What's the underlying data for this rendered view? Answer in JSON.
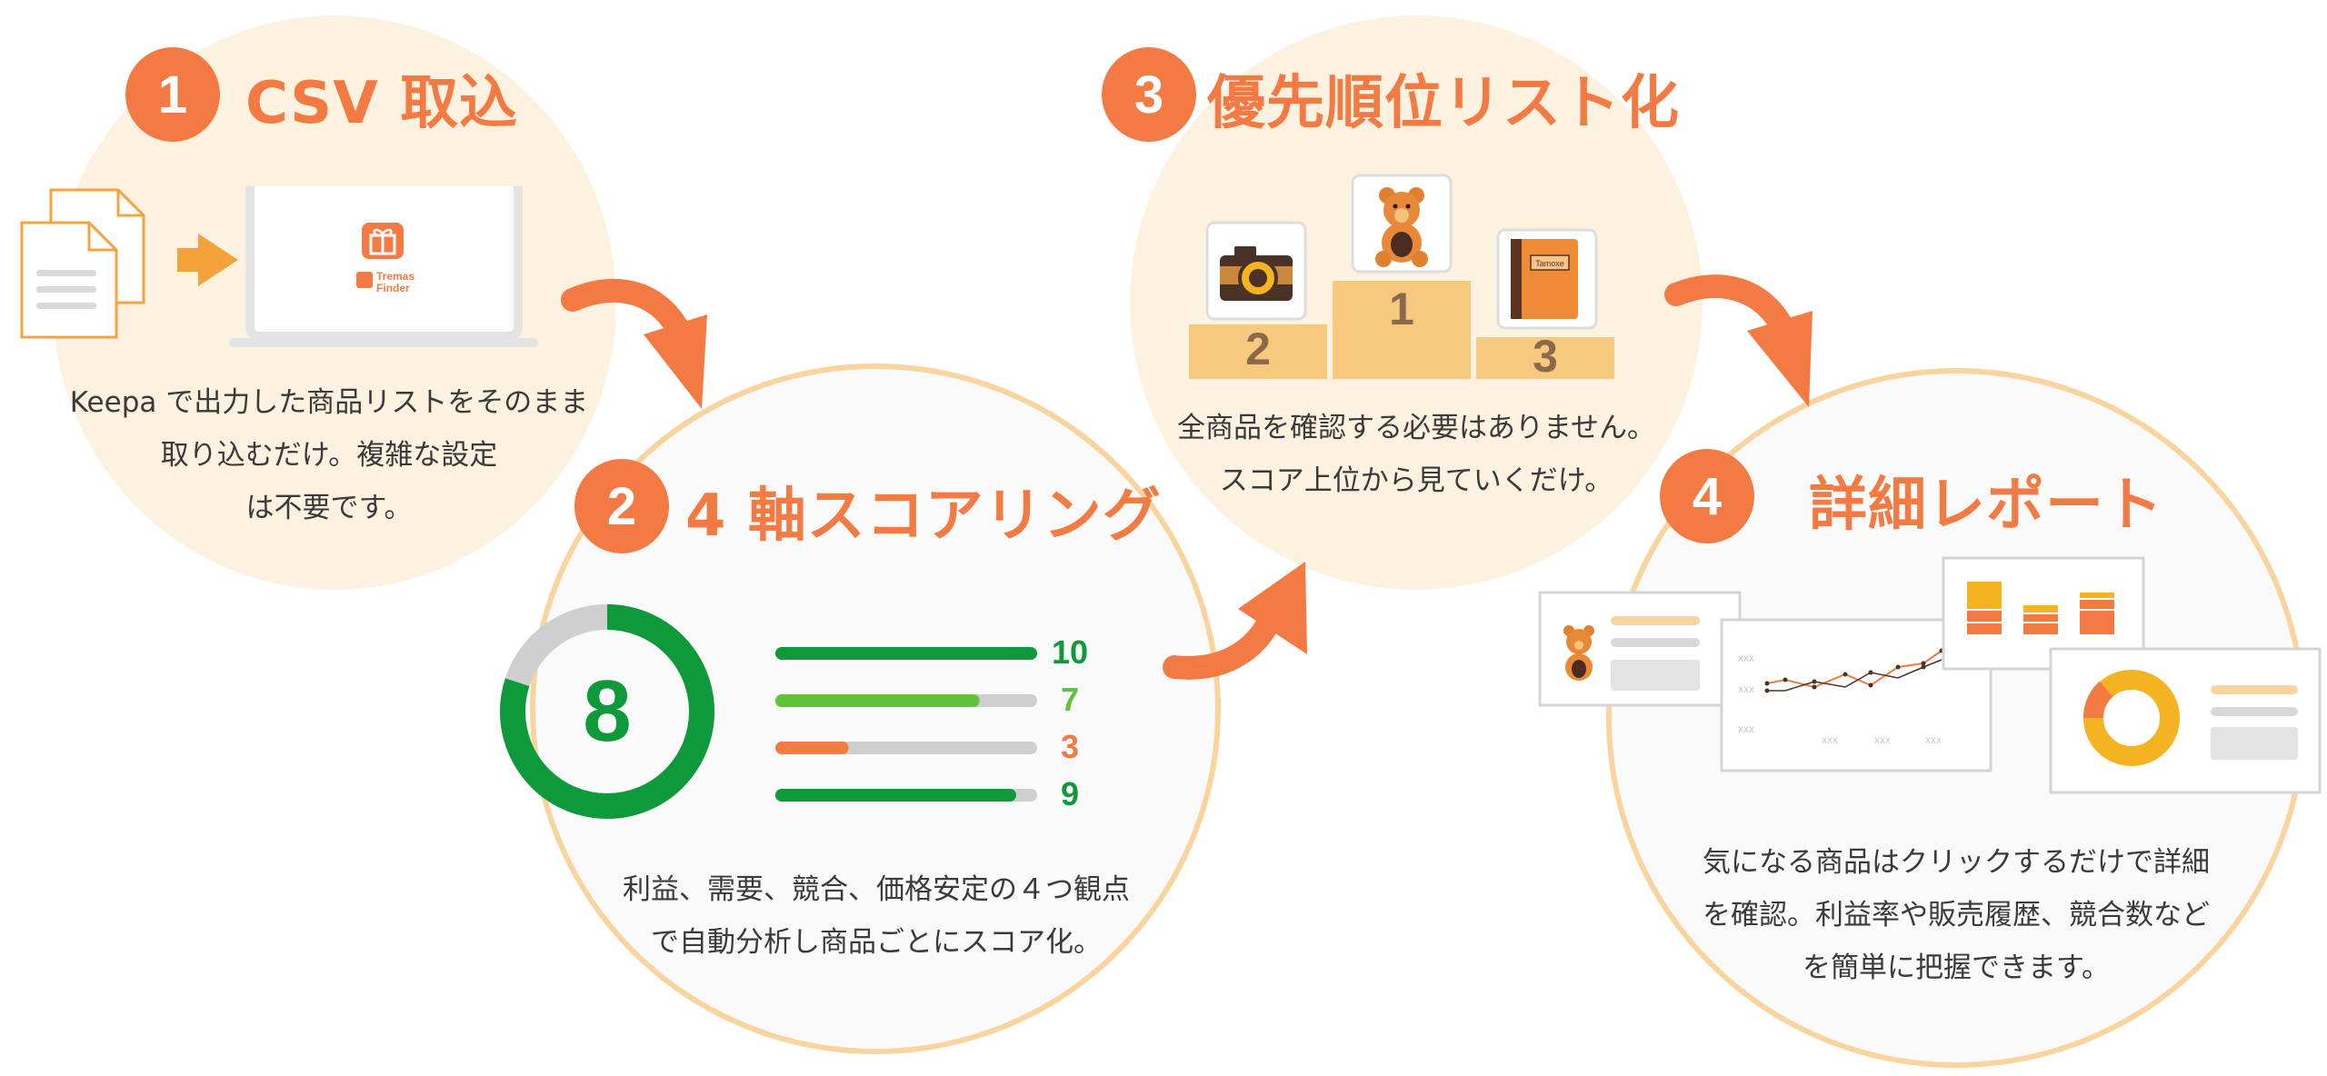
{
  "steps": [
    {
      "number": "1",
      "title": "CSV 取込",
      "description": [
        "Keepa で出力した商品リストをそのまま",
        "取り込むだけ。複雑な設定",
        "は不要です。"
      ],
      "laptop_logo_line1": "Tremas",
      "laptop_logo_line2": "Finder"
    },
    {
      "number": "2",
      "title": "4 軸スコアリング",
      "description": [
        "利益、需要、競合、価格安定の４つ観点",
        "で自動分析し商品ごとにスコア化。"
      ],
      "score": "8",
      "score_fraction": 0.8,
      "axes": [
        {
          "value": "10",
          "fraction": 1.0,
          "color": "#0e9a3a"
        },
        {
          "value": "7",
          "fraction": 0.78,
          "color": "#5fc23a"
        },
        {
          "value": "3",
          "fraction": 0.28,
          "color": "#f47a44"
        },
        {
          "value": "9",
          "fraction": 0.92,
          "color": "#0e9a3a"
        }
      ]
    },
    {
      "number": "3",
      "title": "優先順位リスト化",
      "description": [
        "全商品を確認する必要はありません。",
        "スコア上位から見ていくだけ。"
      ],
      "podium": {
        "left": "2",
        "center": "1",
        "right": "3"
      },
      "book_label": "Tamoxe"
    },
    {
      "number": "4",
      "title": "詳細レポート",
      "description": [
        "気になる商品はクリックするだけで詳細",
        "を確認。利益率や販売履歴、競合数など",
        "を簡単に把握できます。"
      ],
      "chart_ticks_y": [
        "XXX",
        "XXX",
        "XXX"
      ],
      "chart_ticks_x": [
        "XXX",
        "XXX",
        "XXX"
      ]
    }
  ],
  "colors": {
    "accent": "#f47a44",
    "cream": "#fdf1e0",
    "ring": "#f9d49e",
    "green": "#0e9a3a",
    "light_green": "#5fc23a",
    "podium": "#f7c97e"
  }
}
